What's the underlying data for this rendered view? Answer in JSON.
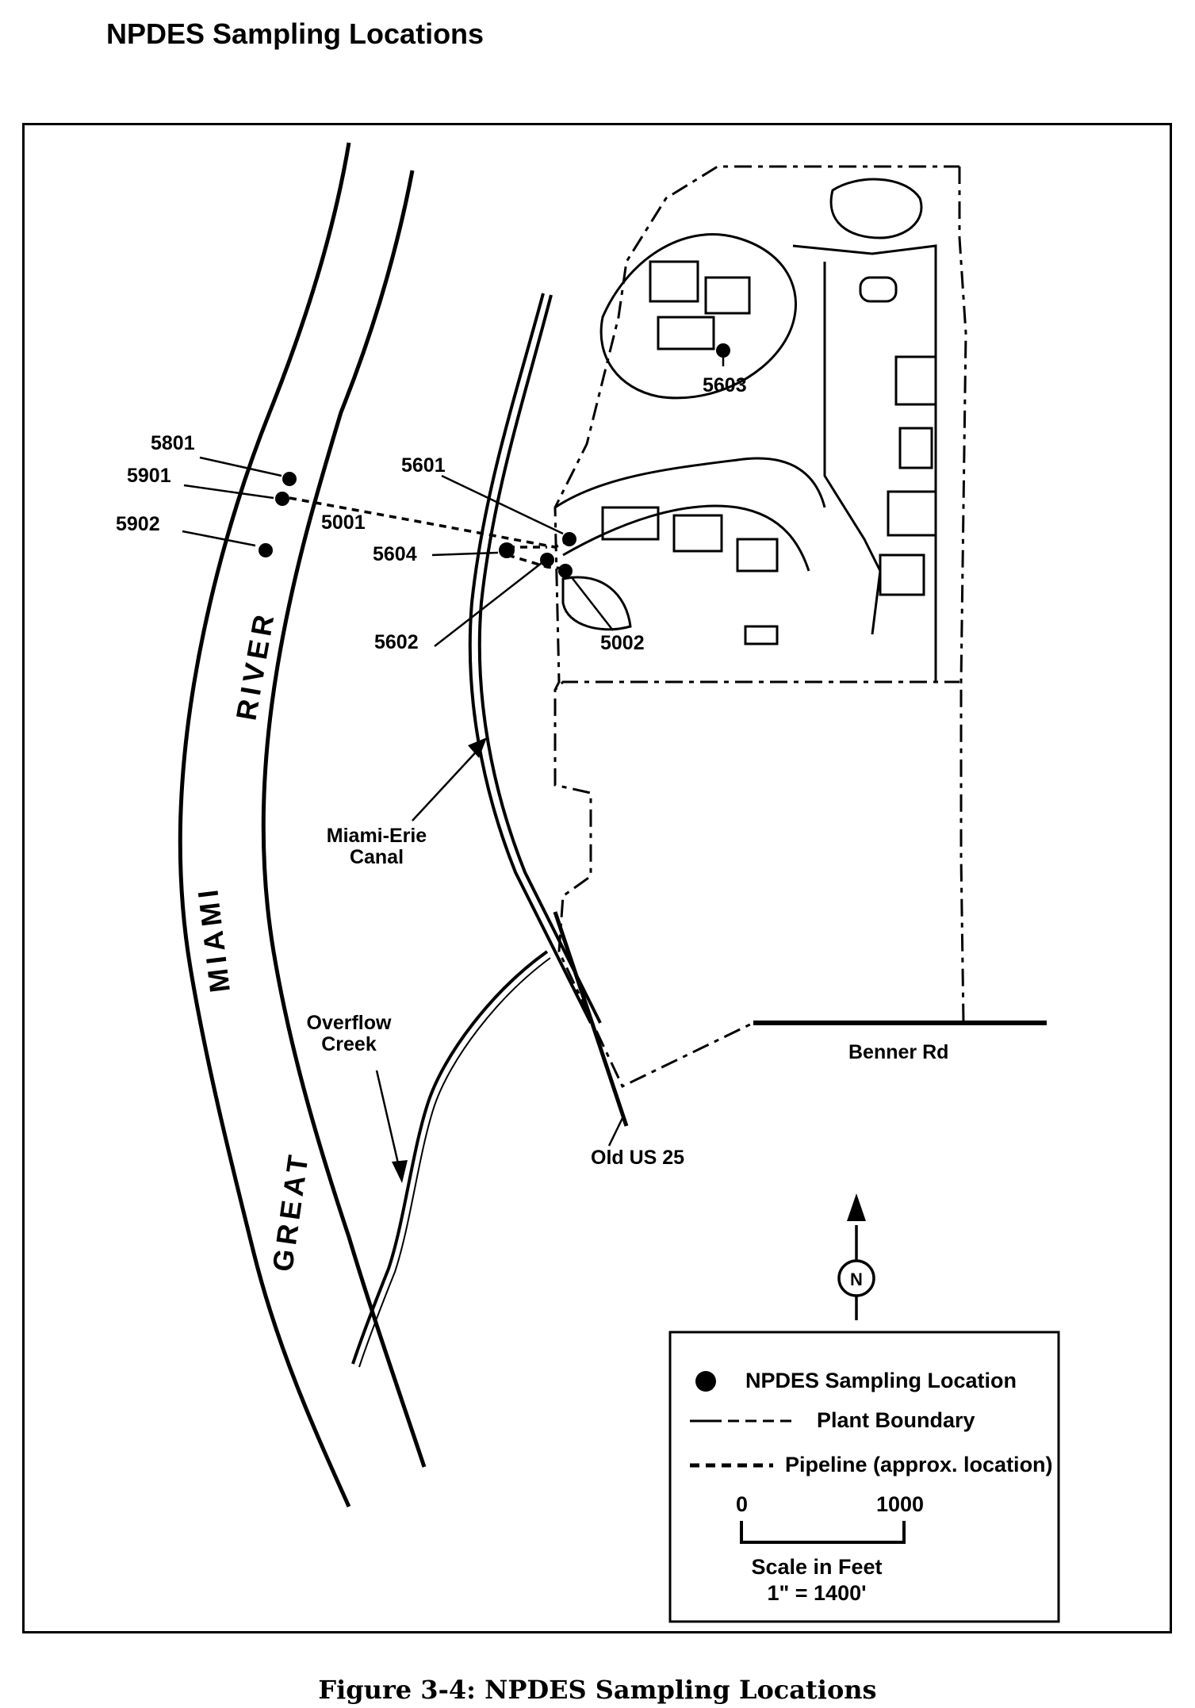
{
  "heading": "NPDES Sampling Locations",
  "caption": "Figure 3-4: NPDES Sampling Locations",
  "map": {
    "river_words": [
      "GREAT",
      "MIAMI",
      "RIVER"
    ],
    "features": {
      "canal": "Miami-Erie\nCanal",
      "creek": "Overflow\nCreek",
      "road_old_us25": "Old US 25",
      "road_benner": "Benner Rd"
    },
    "sampling_locations": [
      {
        "id": "5801"
      },
      {
        "id": "5901"
      },
      {
        "id": "5902"
      },
      {
        "id": "5001"
      },
      {
        "id": "5601"
      },
      {
        "id": "5604"
      },
      {
        "id": "5602"
      },
      {
        "id": "5002"
      },
      {
        "id": "5603"
      }
    ],
    "north_label": "N"
  },
  "legend": {
    "items": [
      {
        "symbol": "dot",
        "label": "NPDES Sampling Location"
      },
      {
        "symbol": "dash-long",
        "label": "Plant Boundary"
      },
      {
        "symbol": "dash-short",
        "label": "Pipeline (approx. location)"
      }
    ],
    "scale_start": "0",
    "scale_end": "1000",
    "scale_title": "Scale in Feet",
    "scale_ratio": "1\" = 1400'"
  },
  "colors": {
    "ink": "#000000",
    "paper": "#ffffff"
  }
}
